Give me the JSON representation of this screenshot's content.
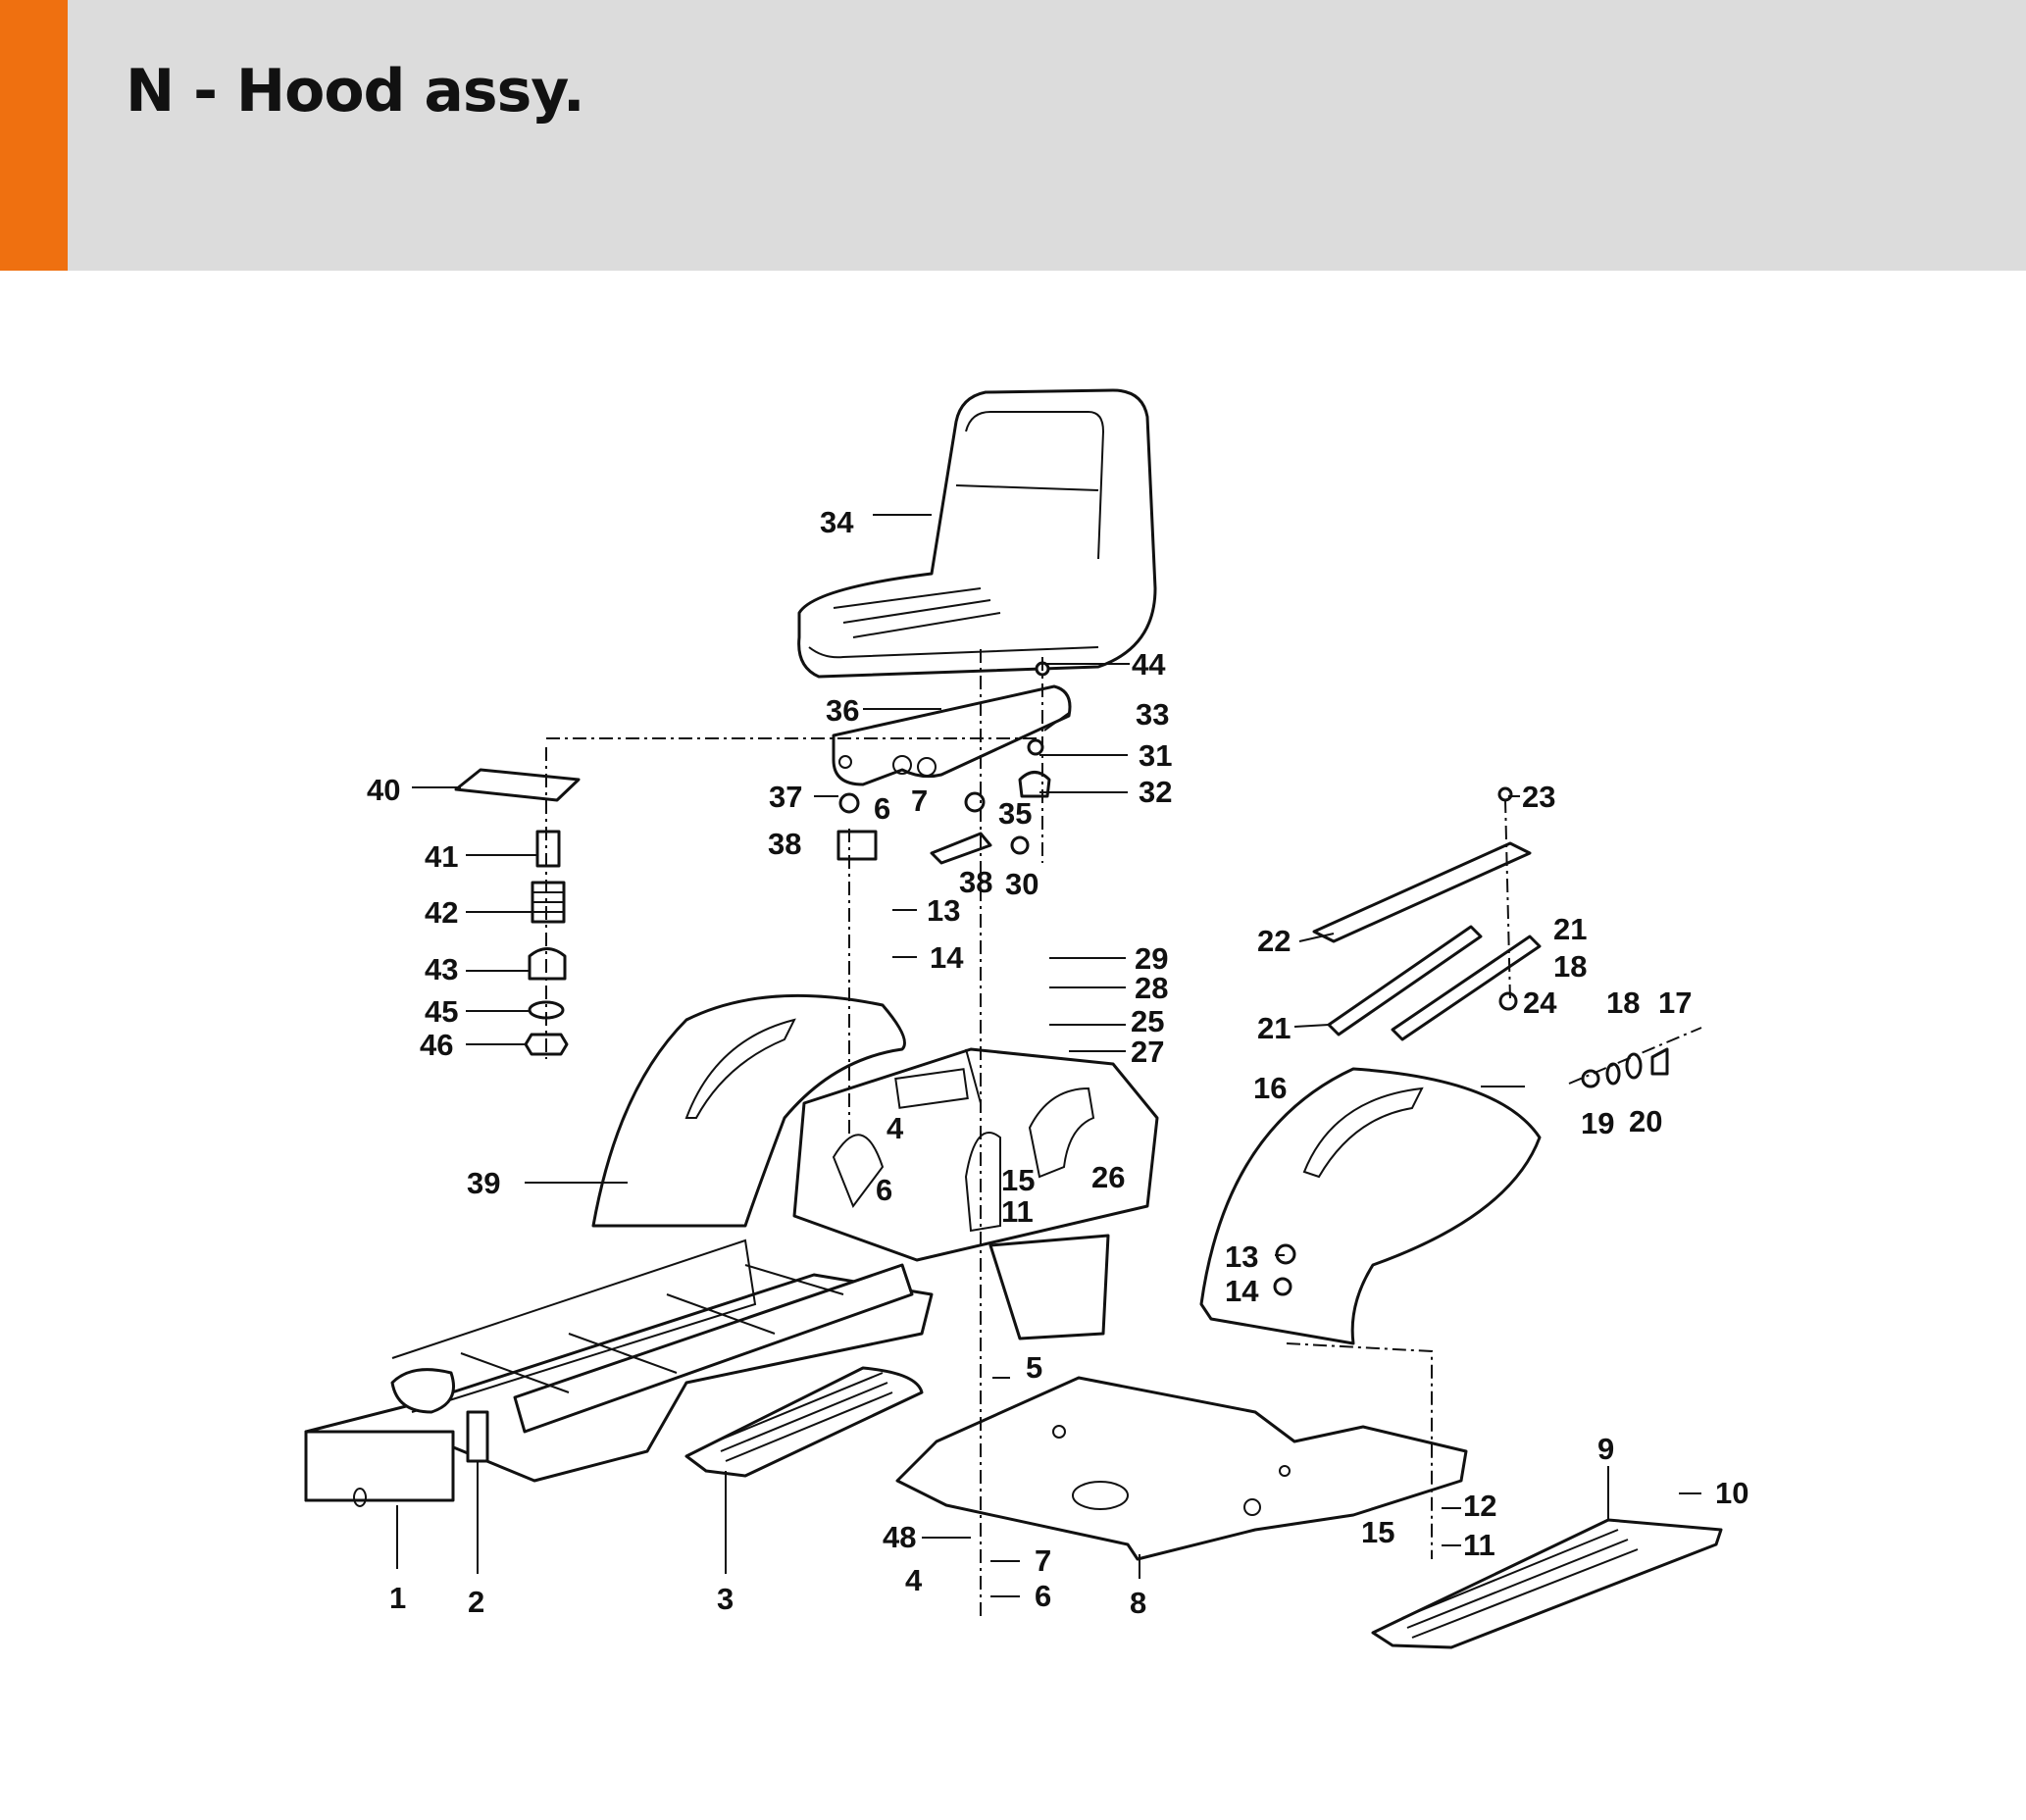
{
  "header": {
    "title": "N - Hood assy.",
    "accent_color": "#ef7010",
    "background_color": "#dcdcdc"
  },
  "callouts": [
    "34",
    "44",
    "36",
    "33",
    "31",
    "32",
    "40",
    "37",
    "6",
    "7",
    "35",
    "38",
    "38",
    "30",
    "41",
    "42",
    "13",
    "43",
    "14",
    "45",
    "46",
    "29",
    "28",
    "25",
    "27",
    "4",
    "6",
    "15",
    "11",
    "26",
    "39",
    "23",
    "22",
    "21",
    "21",
    "18",
    "24",
    "18",
    "17",
    "16",
    "19",
    "20",
    "13",
    "14",
    "5",
    "12",
    "15",
    "11",
    "48",
    "7",
    "4",
    "6",
    "9",
    "10",
    "1",
    "2",
    "3",
    "8"
  ]
}
